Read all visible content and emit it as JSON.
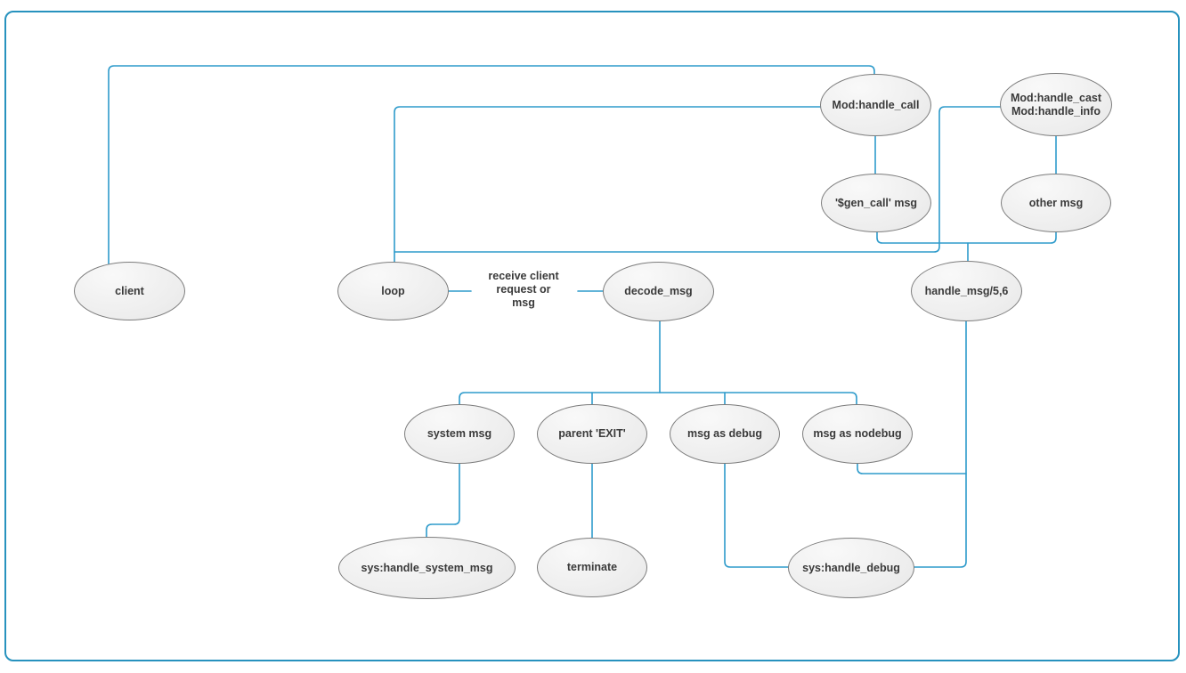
{
  "diagram_type": "flow-diagram",
  "colors": {
    "background": "#ffffff",
    "border": "#2792BE",
    "connector": "#2E9BCB",
    "node_fill": "#EDEDED",
    "node_highlight": "#F9F9F9",
    "node_stroke": "#7D7D7D",
    "text": "#3A3A3A"
  },
  "nodes": {
    "client": {
      "label": "client"
    },
    "loop": {
      "label": "loop"
    },
    "decode_msg": {
      "label": "decode_msg"
    },
    "handle_msg": {
      "label": "handle_msg/5,6"
    },
    "mod_handle_call": {
      "label": "Mod:handle_call"
    },
    "mod_handle_cast_info": {
      "label": "Mod:handle_cast\nMod:handle_info"
    },
    "gen_call_msg": {
      "label": "'$gen_call' msg"
    },
    "other_msg": {
      "label": "other msg"
    },
    "system_msg": {
      "label": "system msg"
    },
    "parent_exit": {
      "label": "parent 'EXIT'"
    },
    "msg_as_debug": {
      "label": "msg as debug"
    },
    "msg_as_nodebug": {
      "label": "msg as nodebug"
    },
    "sys_handle_system_msg": {
      "label": "sys:handle_system_msg"
    },
    "terminate": {
      "label": "terminate"
    },
    "sys_handle_debug": {
      "label": "sys:handle_debug"
    }
  },
  "labels": {
    "receive": "receive client\nrequest or\nmsg"
  }
}
